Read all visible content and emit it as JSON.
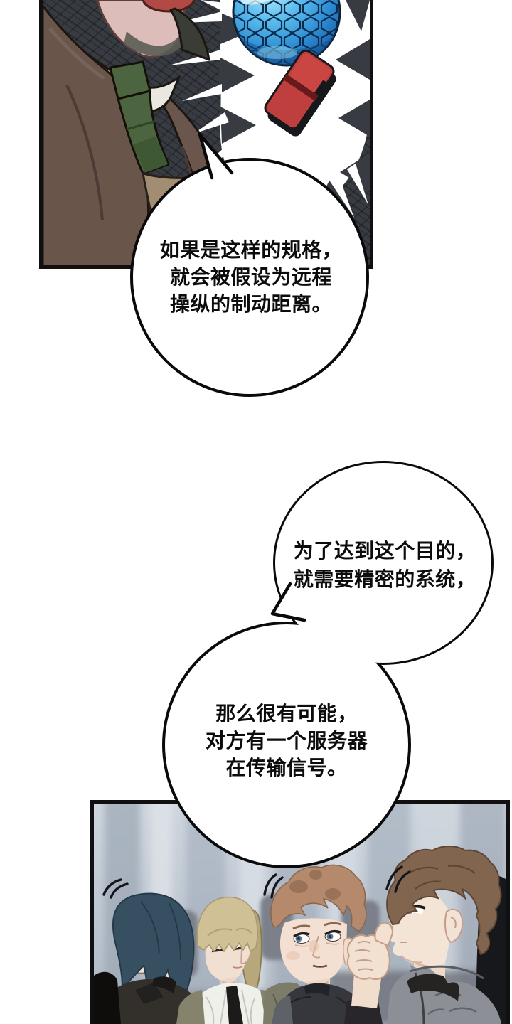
{
  "speech": {
    "bubble1": {
      "line1": "如果是这样的规格，",
      "line2": "就会被假设为远程",
      "line3": "操纵的制动距离。"
    },
    "bubble2": {
      "line1": "为了达到这个目的，",
      "line2": "就需要精密的系统，"
    },
    "bubble3": {
      "line1": "那么很有可能，",
      "line2": "对方有一个服务器",
      "line3": "在传输信号。"
    }
  },
  "colors": {
    "page_bg": "#ffffff",
    "panel_border": "#101010",
    "bubble_border": "#0a0a0a",
    "panel1_bg": "#383c42",
    "sphere_blue": "#36a3e4",
    "device_red": "#bf3e3e",
    "jacket_brown": "#695549",
    "tie_green": "#4c6440",
    "vest_tan": "#a28c72",
    "shirt_white": "#e9e7e0",
    "panel2_bg": "#c2cad4",
    "hair_teal": "#365062",
    "hair_blonde": "#cfc095",
    "hair_auburn": "#b58a6c",
    "hair_brown": "#81654f"
  }
}
